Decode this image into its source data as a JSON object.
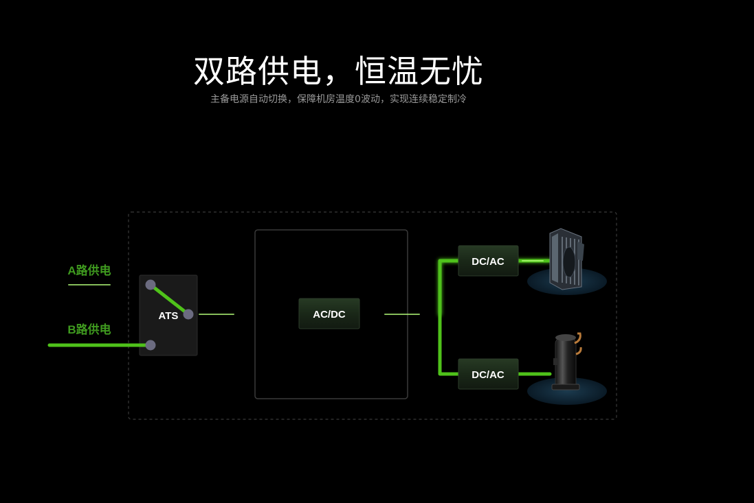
{
  "header": {
    "title": "双路供电，恒温无忧",
    "subtitle": "主备电源自动切换，保障机房温度0波动，实现连续稳定制冷"
  },
  "diagram": {
    "source_a_label": "A路供电",
    "source_b_label": "B路供电",
    "switch_label": "ATS",
    "rectifier_label": "AC/DC",
    "inverter_top_label": "DC/AC",
    "inverter_bottom_label": "DC/AC",
    "fan_icon": "centrifugal-fan-icon",
    "compressor_icon": "compressor-icon"
  },
  "colors": {
    "background": "#000000",
    "power_line": "#4fc21a",
    "power_line_glow": "#8dff4a",
    "source_label": "#3f9a1f",
    "node": "#6b6b80",
    "module_bg": "#1c2a1c",
    "box_border": "#3a3a3a"
  }
}
